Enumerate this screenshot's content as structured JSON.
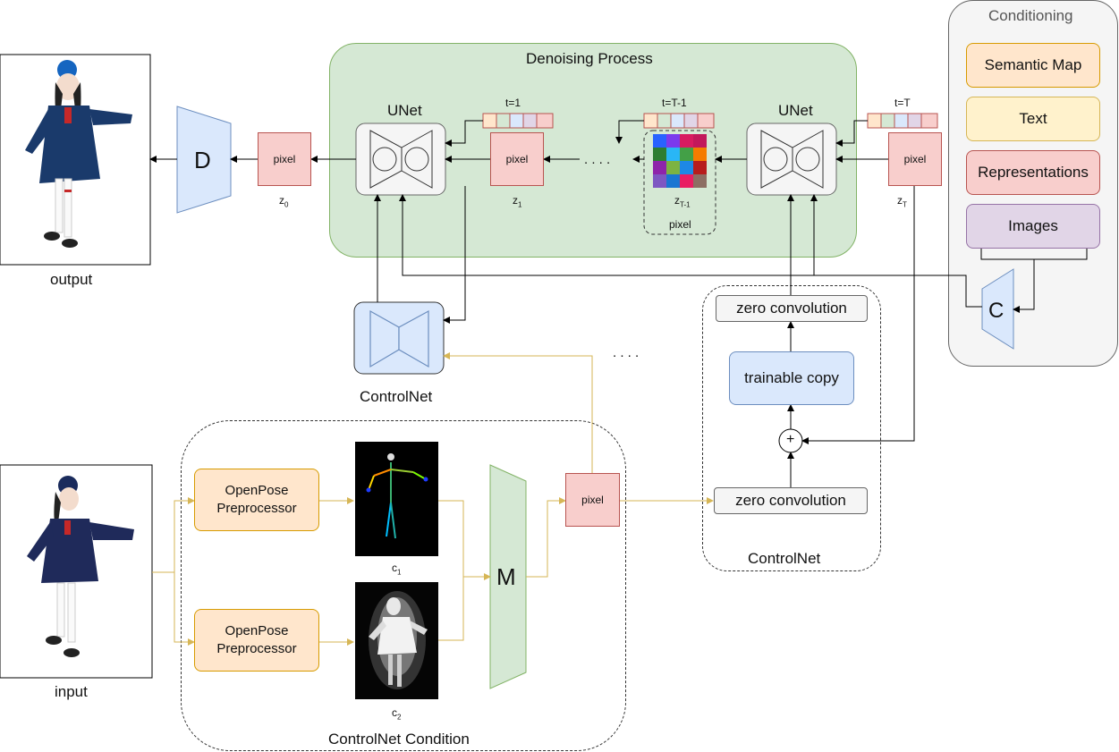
{
  "denoising": {
    "title": "Denoising Process"
  },
  "conditioning": {
    "title": "Conditioning",
    "items": [
      {
        "label": "Semantic Map",
        "fill": "#ffe6cc",
        "stroke": "#d79b00"
      },
      {
        "label": "Text",
        "fill": "#fff2cc",
        "stroke": "#d6b656"
      },
      {
        "label": "Representations",
        "fill": "#f8cecc",
        "stroke": "#b85450"
      },
      {
        "label": "Images",
        "fill": "#e1d5e7",
        "stroke": "#9673a6"
      }
    ],
    "encoder_label": "C"
  },
  "decoder": {
    "label": "D"
  },
  "output": {
    "caption": "output"
  },
  "input": {
    "caption": "input"
  },
  "unet_left": {
    "label": "UNet"
  },
  "unet_right": {
    "label": "UNet"
  },
  "latents": {
    "z0": {
      "box": "pixel",
      "sub": "z",
      "subscript": "0"
    },
    "z1": {
      "box": "pixel",
      "sub": "z",
      "subscript": "1",
      "step": "t=1"
    },
    "zT1": {
      "box": "pixel",
      "sub": "z",
      "subscript": "T-1",
      "step": "t=T-1"
    },
    "zT": {
      "box": "pixel",
      "sub": "z",
      "subscript": "T",
      "step": "t=T"
    }
  },
  "ellipsis": ". . . .",
  "controlnet_left": {
    "label": "ControlNet"
  },
  "controlnet_right": {
    "label": "ControlNet",
    "zero_conv_top": "zero convolution",
    "trainable": "trainable copy",
    "plus": "+",
    "zero_conv_bottom": "zero convolution"
  },
  "condition": {
    "label": "ControlNet Condition",
    "pre1": "OpenPose\nPreprocessor",
    "pre2": "OpenPose\nPreprocessor",
    "c1": {
      "sub": "c",
      "subscript": "1"
    },
    "c2": {
      "sub": "c",
      "subscript": "2"
    },
    "merge": "M",
    "pixel": "pixel"
  },
  "colors": {
    "green_fill": "#d5e8d4",
    "green_stroke": "#82b366",
    "blue_fill": "#dae8fc",
    "blue_stroke": "#6c8ebf",
    "pink_fill": "#f8cecc",
    "pink_stroke": "#b85450",
    "orange_fill": "#ffe6cc",
    "orange_stroke": "#d79b00",
    "arrow_gold": "#d6b656",
    "gray_panel": "#f5f5f5"
  }
}
